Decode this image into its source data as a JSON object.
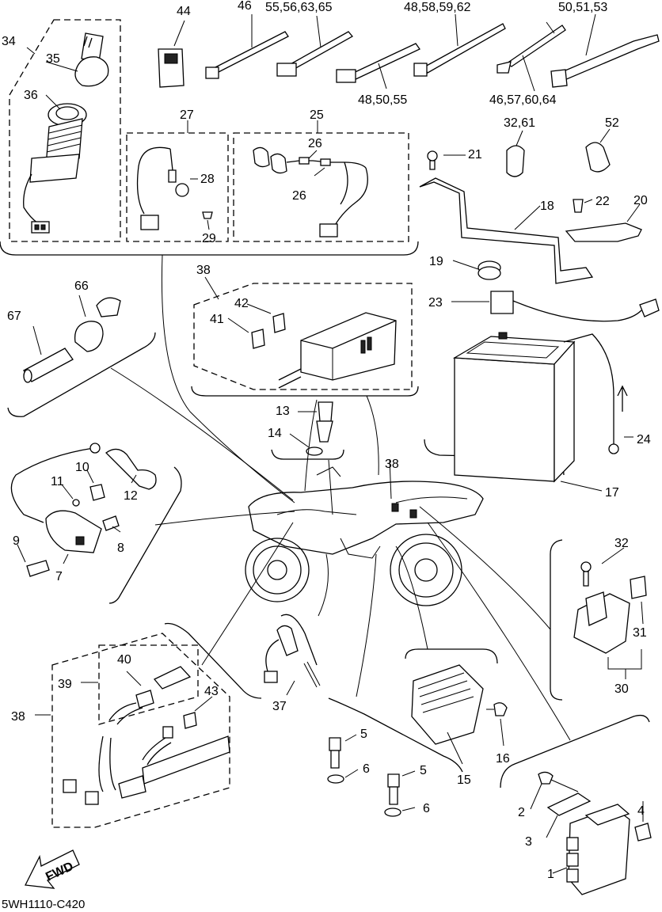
{
  "diagram_code": "5WH1110-C420",
  "fwd_label": "FWD",
  "callouts": {
    "c1": "1",
    "c2": "2",
    "c3": "3",
    "c4": "4",
    "c5a": "5",
    "c5b": "5",
    "c6a": "6",
    "c6b": "6",
    "c7": "7",
    "c8": "8",
    "c9": "9",
    "c10": "10",
    "c11": "11",
    "c12": "12",
    "c13": "13",
    "c14": "14",
    "c15": "15",
    "c16": "16",
    "c17": "17",
    "c18": "18",
    "c19": "19",
    "c20": "20",
    "c21": "21",
    "c22": "22",
    "c23": "23",
    "c24": "24",
    "c25": "25",
    "c26a": "26",
    "c26b": "26",
    "c27": "27",
    "c28": "28",
    "c29": "29",
    "c30": "30",
    "c31": "31",
    "c32a": "32",
    "c32b": "32,61",
    "c34": "34",
    "c35": "35",
    "c36": "36",
    "c37": "37",
    "c38a": "38",
    "c38b": "38",
    "c38c": "38",
    "c39": "39",
    "c40": "40",
    "c41": "41",
    "c42": "42",
    "c43": "43",
    "c44": "44",
    "c46": "46",
    "c48": "48,50,55",
    "c52": "52",
    "c66": "66",
    "c67": "67",
    "c_55_56_63_65": "55,56,63,65",
    "c_48_58_59_62": "48,58,59,62",
    "c_50_51_53": "50,51,53",
    "c_46_57_60_64": "46,57,60,64"
  }
}
